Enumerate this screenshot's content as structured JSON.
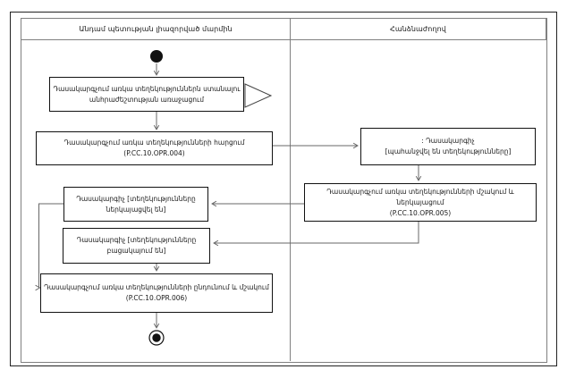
{
  "diagram": {
    "type": "uml-activity-swimlane",
    "lanes": [
      {
        "title": "Անդամ պետության լիազորված մարմին"
      },
      {
        "title": "Հանձնաժողով"
      }
    ],
    "nodes": {
      "need": {
        "label": "Դասակարգչում առկա տեղեկություններն ստանալու\nանհրաժեշտության առաջացում"
      },
      "request": {
        "label": "Դասակարգչում առկա տեղեկությունների հարցում\n(P.CC.10.OPR.004)"
      },
      "requested": {
        "label": ": Դասակարգիչ\n[պահանջվել են տեղեկությունները]"
      },
      "process": {
        "label": "Դասակարգչում առկա տեղեկությունների մշակում և ներկայացում\n(P.CC.10.OPR.005)"
      },
      "presented": {
        "label": "Դասակարգիչ [տեղեկությունները\nներկայացվել են]"
      },
      "absent": {
        "label": "Դասակարգիչ [տեղեկությունները\nբացակայում են]"
      },
      "receive": {
        "label": "Դասակարգչում առկա տեղեկությունների ընդունում և մշակում\n(P.CC.10.OPR.006)"
      }
    },
    "terminals": {
      "initial": "initial-node",
      "final": "final-node"
    },
    "colors": {
      "box_border": "#111111",
      "connector": "#676767",
      "frame": "#808080",
      "background": "#ffffff",
      "text": "#1a1a1a"
    }
  }
}
